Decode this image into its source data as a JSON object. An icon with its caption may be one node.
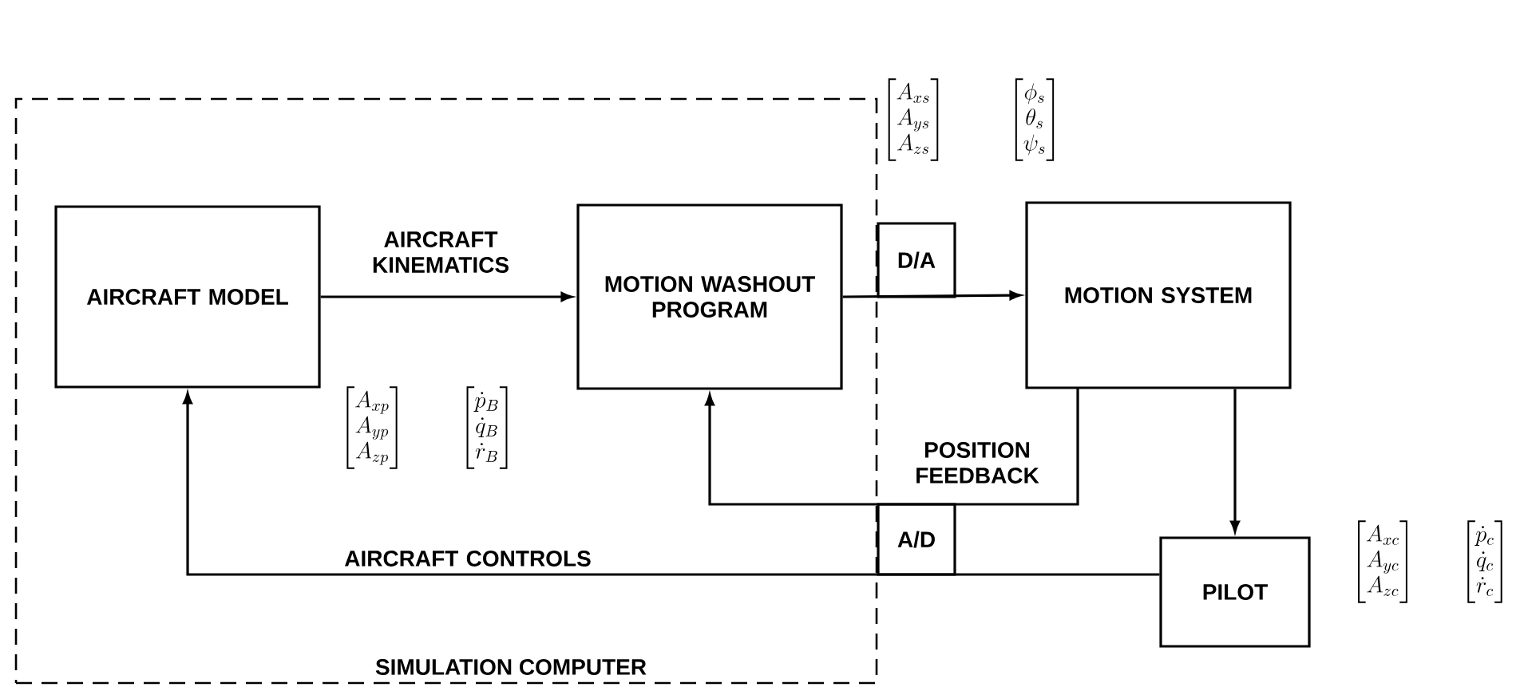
{
  "diagram": {
    "nodes": [
      {
        "text": [
          "SIMULATION COMPUTER"
        ]
      },
      {
        "text": [
          "AIRCRAFT MODEL"
        ],
        "in": 0
      },
      {
        "text": [
          "MOTION WASHOUT PROGRAM"
        ],
        "in": 0
      },
      {
        "text": [
          "D/A"
        ]
      },
      {
        "text": [
          "MOTION SYSTEM"
        ]
      },
      {
        "text": [
          "A/D"
        ]
      },
      {
        "text": [
          "PILOT"
        ]
      }
    ],
    "edges": [
      {
        "from": 1,
        "to": 2,
        "arrow": "to",
        "label": "AIRCRAFT KINEMATICS"
      },
      {
        "from": 2,
        "to": 4,
        "arrow": "to"
      },
      {
        "from": 4,
        "to": 2,
        "arrow": "to",
        "label": "POSITION FEEDBACK"
      },
      {
        "from": 6,
        "to": 1,
        "arrow": "to",
        "label": "AIRCRAFT CONTROLS"
      },
      {
        "from": 4,
        "to": 6,
        "arrow": "to"
      }
    ],
    "labels": [
      "\\begin{bmatrix}A_{xs}\\\\A_{ys}\\\\A_{zs}\\end{bmatrix}",
      "\\begin{bmatrix}\\phi_{s}\\\\\\theta_{s}\\\\\\psi_{s}\\end{bmatrix}",
      "\\begin{bmatrix}A_{xp}\\\\A_{yp}\\\\A_{zp}\\end{bmatrix}",
      "\\begin{bmatrix}\\dot{p}_{B}\\\\\\dot{q}_{B}\\\\\\dot{r}_{B}\\end{bmatrix}",
      "\\begin{bmatrix}A_{xc}\\\\A_{yc}\\\\A_{zc}\\end{bmatrix}",
      "\\begin{bmatrix}\\dot{p}_{c}\\\\\\dot{q}_{c}\\\\\\dot{r}_{c}\\end{bmatrix}"
    ]
  }
}
